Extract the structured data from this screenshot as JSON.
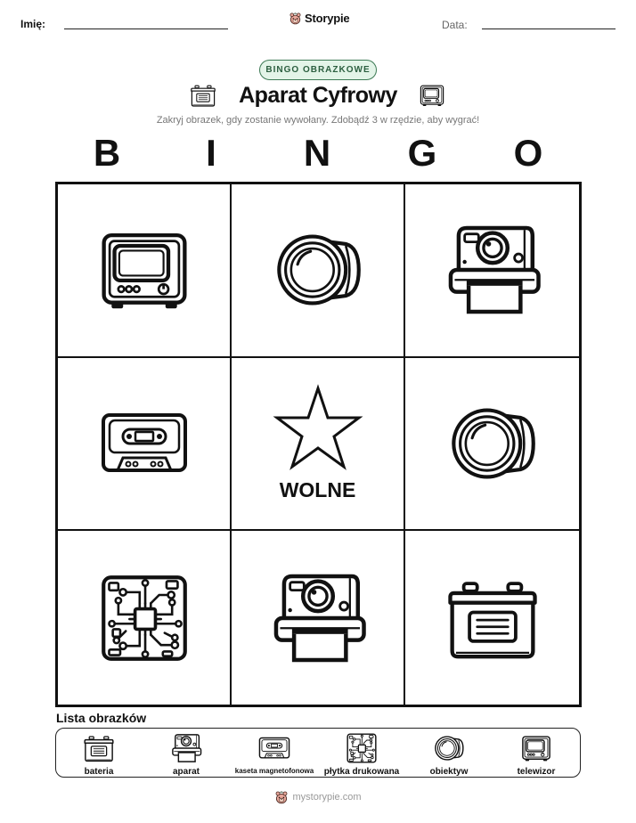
{
  "header": {
    "name_label": "Imię:",
    "brand": "Storypie",
    "date_label": "Data:"
  },
  "badge": "BINGO OBRAZKOWE",
  "title": "Aparat Cyfrowy",
  "subtitle": "Zakryj obrazek, gdy zostanie wywołany. Zdobądź 3 w rzędzie, aby wygrać!",
  "bingo_letters": [
    "B",
    "I",
    "N",
    "G",
    "O"
  ],
  "grid": [
    {
      "icon": "television-icon"
    },
    {
      "icon": "lens-icon"
    },
    {
      "icon": "instant-camera-icon"
    },
    {
      "icon": "cassette-icon"
    },
    {
      "icon": "star-icon",
      "free": "WOLNE"
    },
    {
      "icon": "lens-icon"
    },
    {
      "icon": "circuit-board-icon"
    },
    {
      "icon": "instant-camera-icon"
    },
    {
      "icon": "battery-icon"
    }
  ],
  "picture_list": {
    "title": "Lista obrazków",
    "items": [
      {
        "label": "bateria",
        "icon": "battery-icon"
      },
      {
        "label": "aparat",
        "icon": "instant-camera-icon"
      },
      {
        "label": "kaseta magnetofonowa",
        "icon": "cassette-icon"
      },
      {
        "label": "płytka drukowana",
        "icon": "circuit-board-icon"
      },
      {
        "label": "obiektyw",
        "icon": "lens-icon"
      },
      {
        "label": "telewizor",
        "icon": "television-icon"
      }
    ]
  },
  "footer": "mystorypie.com"
}
